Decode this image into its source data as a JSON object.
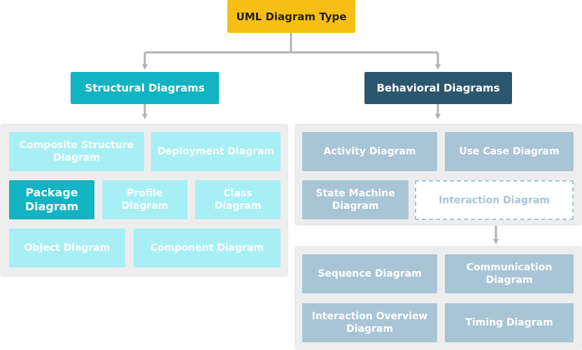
{
  "root": {
    "label": "UML Diagram Type"
  },
  "structural": {
    "title": "Structural Diagrams",
    "items": {
      "composite_structure": "Composite Structure Diagram",
      "deployment": "Deployment Diagram",
      "package": "Package Diagram",
      "profile": "Profile Diagram",
      "class": "Class Diagram",
      "object": "Object Diagram",
      "component": "Component Diagram"
    }
  },
  "behavioral": {
    "title": "Behavioral Diagrams",
    "items": {
      "activity": "Activity Diagram",
      "use_case": "Use Case Diagram",
      "state_machine": "State Machine Diagram",
      "interaction": "Interaction Diagram"
    }
  },
  "interaction": {
    "items": {
      "sequence": "Sequence Diagram",
      "communication": "Communication Diagram",
      "interaction_overview": "Interaction Overview Diagram",
      "timing": "Timing Diagram"
    }
  },
  "colors": {
    "root": "#f7bf14",
    "structural_header": "#12b3c3",
    "structural_item": "#a7eff5",
    "behavioral_header": "#2c566e",
    "behavioral_item": "#a8c5d6",
    "connector": "#b3b3b3",
    "panel": "#ededed"
  }
}
